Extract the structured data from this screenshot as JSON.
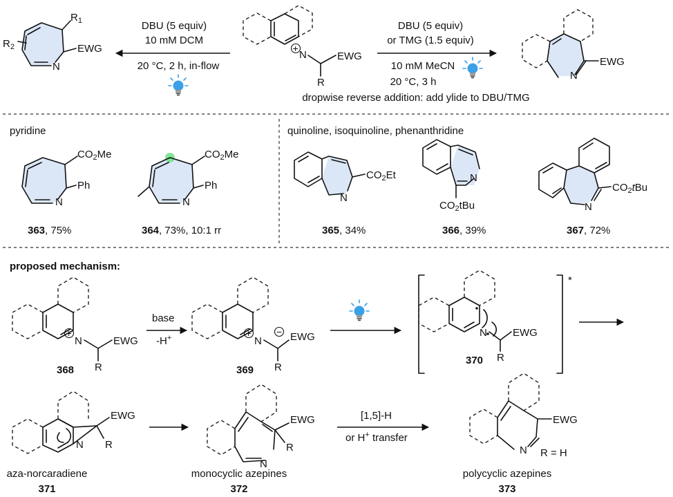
{
  "top_scheme": {
    "left_conditions": [
      "DBU (5 equiv)",
      "10 mM DCM",
      "20 °C, 2 h, in-flow"
    ],
    "right_conditions": [
      "DBU (5 equiv)",
      "or TMG (1.5 equiv)",
      "10 mM MeCN",
      "20 °C, 3 h"
    ],
    "addition_note": "dropwise reverse addition: add ylide to DBU/TMG",
    "ewg": "EWG",
    "r": "R",
    "r1": "R",
    "r1_sub": "1",
    "r2": "R",
    "r2_sub": "2",
    "n": "N",
    "charge": "+"
  },
  "pyridine_section": {
    "title": "pyridine",
    "c363": {
      "num": "363",
      "yield": ", 75%"
    },
    "c364": {
      "num": "364",
      "yield": ", 73%, 10:1 rr"
    },
    "co2me": "CO",
    "co2me_sub": "2",
    "co2me_tail": "Me",
    "ph": "Ph"
  },
  "quinoline_section": {
    "title": "quinoline, isoquinoline, phenanthridine",
    "c365": {
      "num": "365",
      "yield": ", 34%"
    },
    "c366": {
      "num": "366",
      "yield": ", 39%"
    },
    "c367": {
      "num": "367",
      "yield": ", 72%"
    },
    "co2et": "CO",
    "co2et_tail": "Et",
    "co2tbu_tail": "tBu",
    "co2tbu_tail_italic_t": "t",
    "co2tbu_tail_bu": "Bu",
    "sub2": "2"
  },
  "mechanism": {
    "title": "proposed mechanism:",
    "step1_top": "base",
    "step1_bottom": "-H",
    "step1_bottom_sup": "+",
    "c368": "368",
    "c369": "369",
    "c370": "370",
    "excited": "*",
    "minus": "−",
    "c371_name": "aza-norcaradiene",
    "c371": "371",
    "c372_name": "monocyclic azepines",
    "c372": "372",
    "c373_name": "polycyclic azepines",
    "c373": "373",
    "shift_top": "[1,5]-H",
    "shift_bottom": "or H",
    "shift_bottom_sup": "+",
    "shift_bottom_tail": " transfer",
    "r_equals_h": "R = H"
  },
  "colors": {
    "azepine_fill": "#dbe7f7",
    "bulb": "#3aa0e8",
    "highlight_dot": "#6fe08a"
  },
  "icons": [
    "light-bulb-icon"
  ]
}
